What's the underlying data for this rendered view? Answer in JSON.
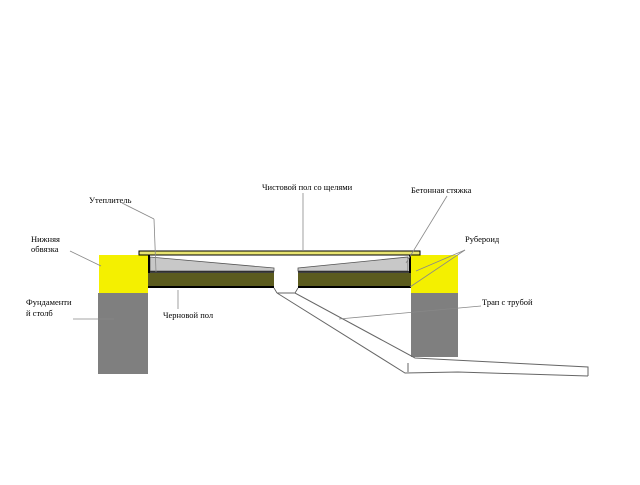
{
  "labels": {
    "finish_floor": "Чистовой пол со щелями",
    "concrete_screed": "Бетонная стяжка",
    "insulation": "Утеплитель",
    "bottom_frame_line1": "Нижняя",
    "bottom_frame_line2": "обвязка",
    "roofing_felt": "Рубероид",
    "foundation_line1": "Фундаменти",
    "foundation_line2": "й столб",
    "subfloor": "Черновой пол",
    "drain": "Трап с трубой"
  },
  "colors": {
    "frame": "#f4f000",
    "pillar": "#7f7f7f",
    "subfloor": "#5b5b1e",
    "screed": "#c8c8c8",
    "finish_board": "#e8e470",
    "outline": "#000000"
  }
}
